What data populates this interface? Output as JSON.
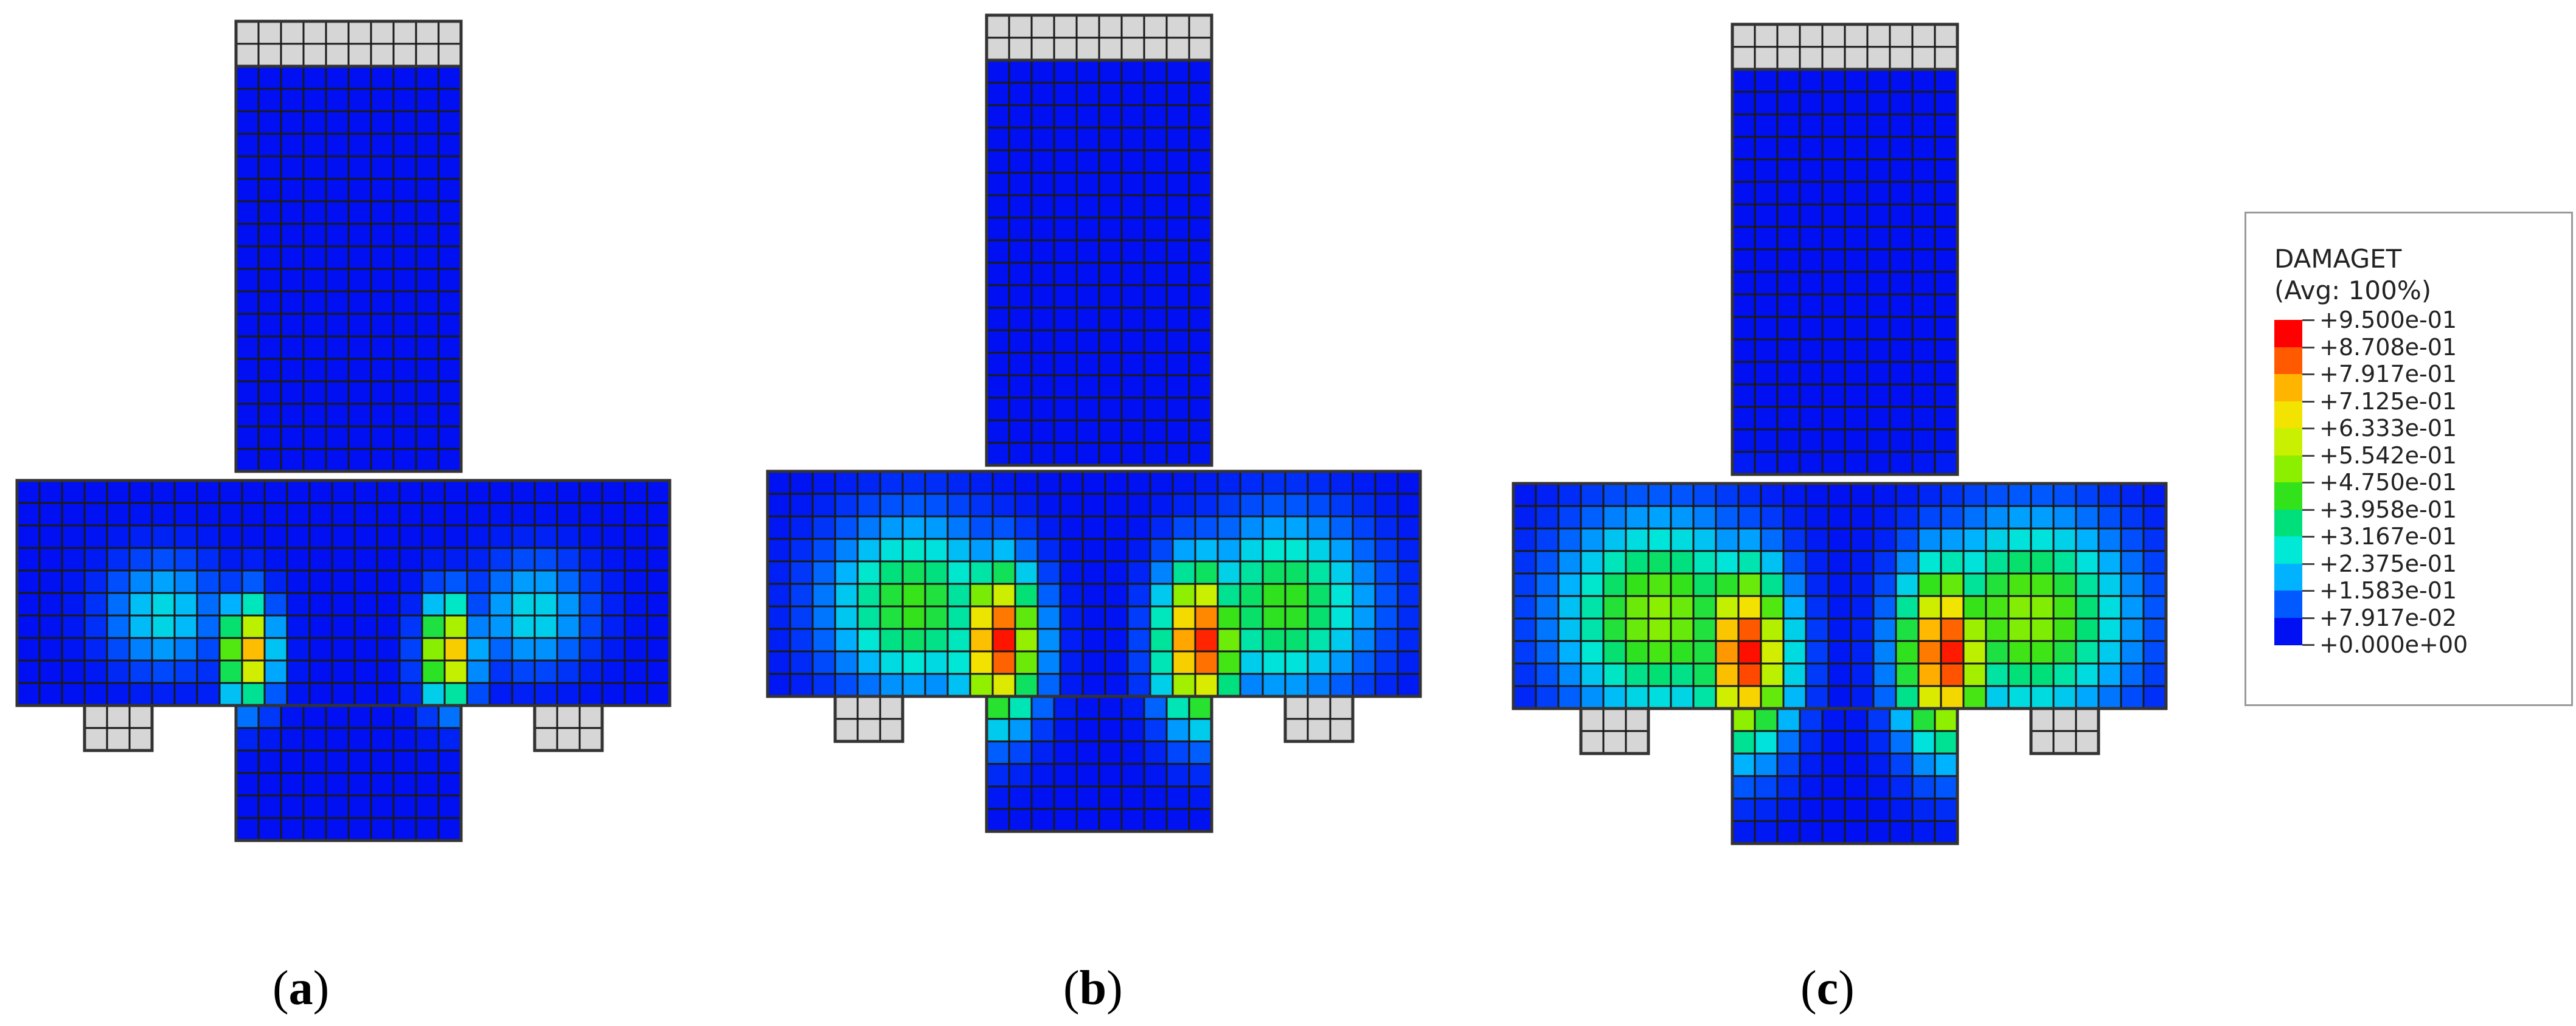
{
  "panels": [
    {
      "id": "a",
      "label_open": "(",
      "label_letter": "a",
      "label_close": ")",
      "damage_spread": 0.55,
      "damage_peak": 0.8
    },
    {
      "id": "b",
      "label_open": "(",
      "label_letter": "b",
      "label_close": ")",
      "damage_spread": 0.85,
      "damage_peak": 0.95
    },
    {
      "id": "c",
      "label_open": "(",
      "label_letter": "c",
      "label_close": ")",
      "damage_spread": 1.0,
      "damage_peak": 0.95
    }
  ],
  "legend": {
    "title": "DAMAGET",
    "subtitle": "(Avg: 100%)",
    "values": [
      "+9.500e-01",
      "+8.708e-01",
      "+7.917e-01",
      "+7.125e-01",
      "+6.333e-01",
      "+5.542e-01",
      "+4.750e-01",
      "+3.958e-01",
      "+3.167e-01",
      "+2.375e-01",
      "+1.583e-01",
      "+7.917e-02",
      "+0.000e+00"
    ],
    "colors": [
      "#ff0000",
      "#ff5a00",
      "#ffb400",
      "#f2e300",
      "#c8f000",
      "#8cef00",
      "#32e21a",
      "#00e07a",
      "#00e8d6",
      "#00b2ff",
      "#005aff",
      "#0010f2"
    ]
  },
  "colors": {
    "base_blue": "#0b22e0",
    "steel_plate": "#d6d6d6",
    "mesh_line": "#1a1a1a"
  }
}
